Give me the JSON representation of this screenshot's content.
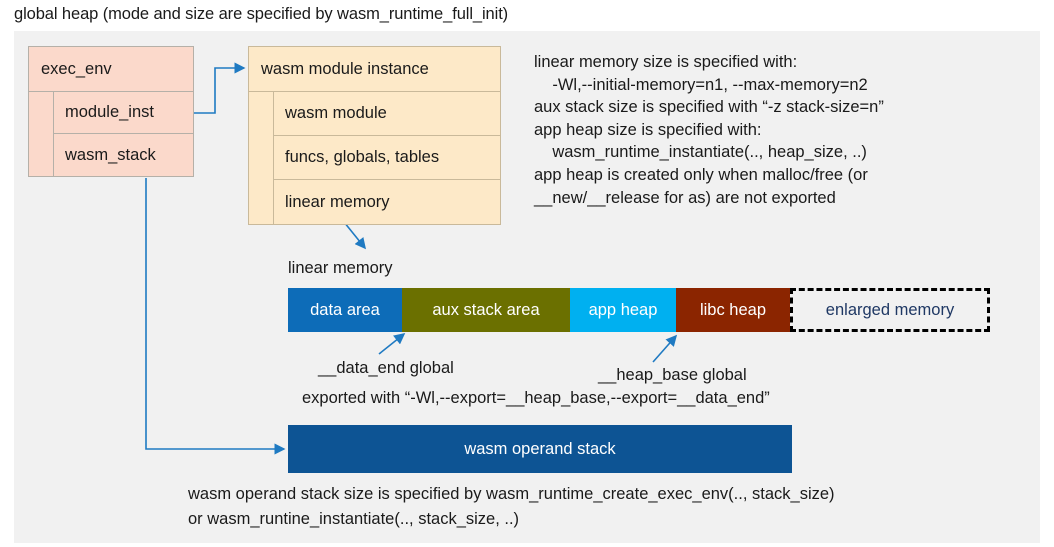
{
  "title": "global heap (mode and size are specified by wasm_runtime_full_init)",
  "exec_env": {
    "header": "exec_env",
    "rows": [
      {
        "label": "module_inst"
      },
      {
        "label": "wasm_stack"
      }
    ]
  },
  "wasm_module_instance": {
    "header": "wasm module instance",
    "rows": [
      {
        "label": "wasm module"
      },
      {
        "label": "funcs, globals, tables"
      },
      {
        "label": "linear memory"
      }
    ]
  },
  "notes": "linear memory size is specified with:\n    -Wl,--initial-memory=n1, --max-memory=n2\naux stack size is specified with “-z stack-size=n”\napp heap size is specified with:\n    wasm_runtime_instantiate(.., heap_size, ..)\napp heap is created only when malloc/free (or\n__new/__release for as) are not exported",
  "linear_memory": {
    "caption": "linear memory",
    "segments": [
      {
        "label": "data area",
        "color": "#0d6cb8"
      },
      {
        "label": "aux stack area",
        "color": "#6b7000"
      },
      {
        "label": "app heap",
        "color": "#00b0f0"
      },
      {
        "label": "libc heap",
        "color": "#8b2500"
      },
      {
        "label": "enlarged memory",
        "color": "#f1f1f1",
        "text_color": "#1f3864",
        "dashed": true
      }
    ]
  },
  "annotations": {
    "data_end": "__data_end global",
    "heap_base": "__heap_base global",
    "exported": "exported with “-Wl,--export=__heap_base,--export=__data_end”"
  },
  "operand_stack": {
    "label": "wasm operand stack",
    "color": "#0d5494",
    "note": "wasm operand stack size is specified by wasm_runtime_create_exec_env(.., stack_size)\nor wasm_runtine_instantiate(.., stack_size, ..)"
  },
  "colors": {
    "panel_background": "#f1f1f1",
    "exec_env_fill": "#fbd9cb",
    "module_instance_fill": "#fde9c8",
    "connector": "#1f7ac2"
  }
}
